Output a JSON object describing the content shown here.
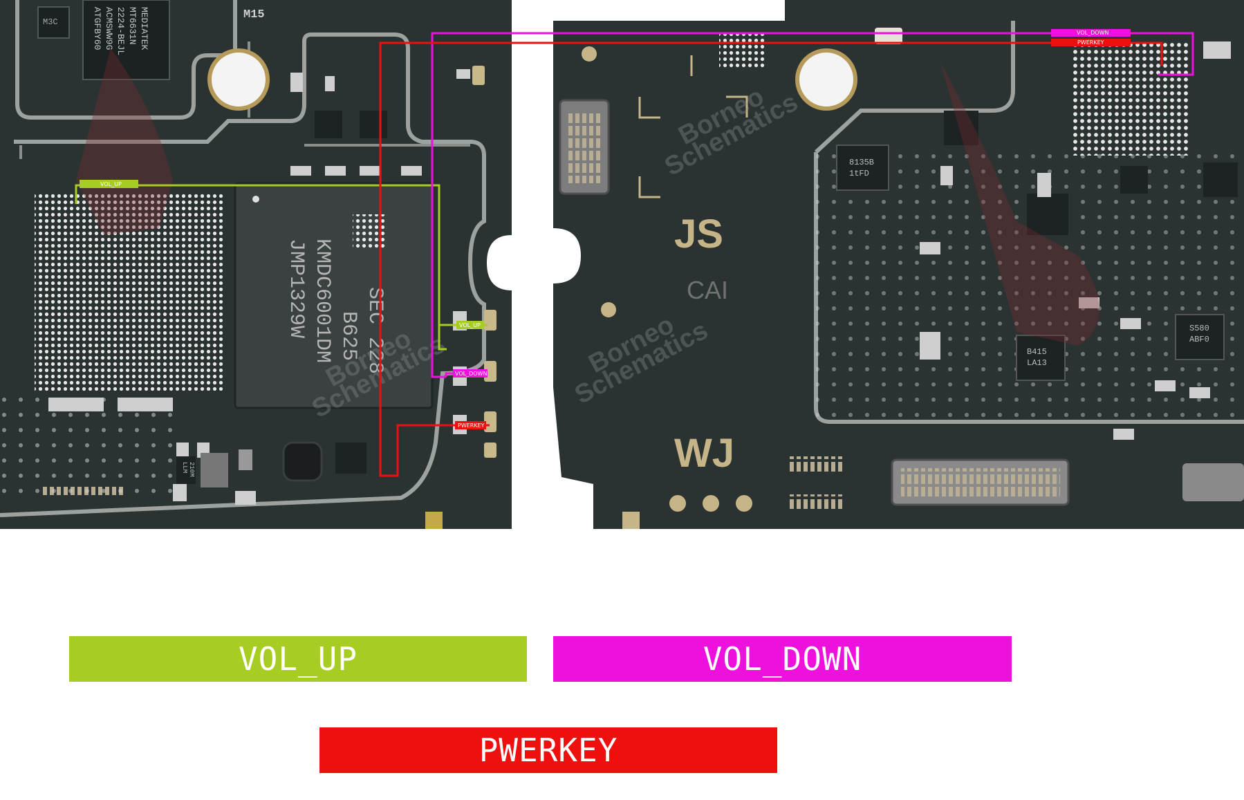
{
  "colors": {
    "vol_up": "#a7cc22",
    "vol_down": "#ee10dc",
    "pwerkey": "#ee0f0f",
    "pcb": "#2c3433",
    "pcb_dark": "#1f2524",
    "silk": "#c7c7c7",
    "solder": "#d7c79e",
    "watermark": "#7a2a32"
  },
  "legend": {
    "vol_up": "VOL_UP",
    "vol_down": "VOL_DOWN",
    "pwerkey": "PWERKEY"
  },
  "board_left": {
    "ic_mediatek_lines": [
      "MEDIATEK",
      "MT6631N",
      "2224-BEJL",
      "ACMSWW9G",
      "ATGFBY60"
    ],
    "silk_m15": "M15",
    "silk_m3c": "M3C",
    "emmc_lines": [
      "SEC 228",
      "B625",
      "KMDC6001DM",
      "JMP1329W"
    ],
    "small_ic_lines": [
      "LLM",
      "210M"
    ],
    "tag_vol_up": "VOL_UP",
    "tag_vol_down": "VOL_DOWN",
    "tag_pwerkey": "PWERKEY"
  },
  "board_right": {
    "silk_js": "JS",
    "silk_cai": "CAI",
    "silk_wj": "WJ",
    "ic_8135b": [
      "8135B",
      "1tFD"
    ],
    "ic_b415": [
      "B415",
      "LA13"
    ],
    "ic_s580": [
      "S580",
      "ABF0"
    ],
    "tag_vol_down": "VOL_DOWN",
    "tag_pwerkey": "PWERKEY"
  },
  "watermark_lines": [
    "Borneo",
    "Schematics"
  ]
}
